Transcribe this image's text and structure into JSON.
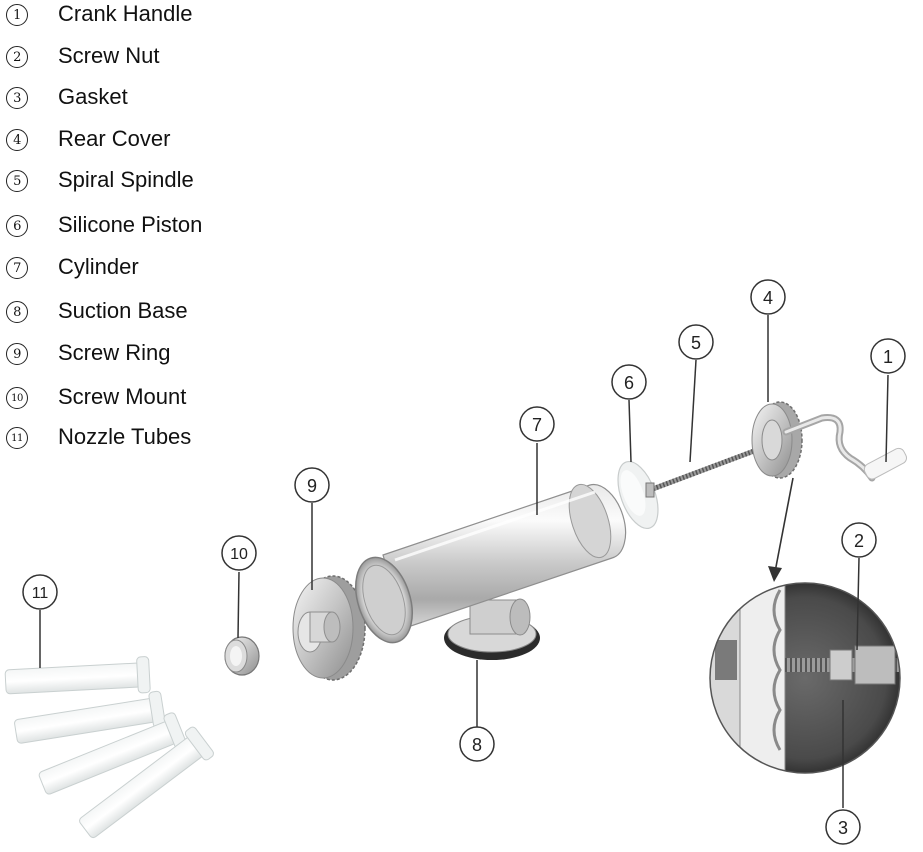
{
  "legend": {
    "items": [
      {
        "num": "1",
        "label": "Crank Handle"
      },
      {
        "num": "2",
        "label": "Screw Nut"
      },
      {
        "num": "3",
        "label": "Gasket"
      },
      {
        "num": "4",
        "label": "Rear Cover"
      },
      {
        "num": "5",
        "label": "Spiral Spindle"
      },
      {
        "num": "6",
        "label": "Silicone Piston"
      },
      {
        "num": "7",
        "label": "Cylinder"
      },
      {
        "num": "8",
        "label": "Suction Base"
      },
      {
        "num": "9",
        "label": "Screw Ring"
      },
      {
        "num": "10",
        "label": "Screw Mount"
      },
      {
        "num": "11",
        "label": "Nozzle Tubes"
      }
    ]
  },
  "callouts": {
    "c1": "1",
    "c2": "2",
    "c3": "3",
    "c4": "4",
    "c5": "5",
    "c6": "6",
    "c7": "7",
    "c8": "8",
    "c9": "9",
    "c10": "10",
    "c11": "11"
  },
  "colors": {
    "metal_light": "#f2f2f2",
    "metal_mid": "#c8c8c8",
    "metal_dark": "#8a8a8a",
    "silicone": "#eef0f0",
    "leader": "#333333"
  }
}
